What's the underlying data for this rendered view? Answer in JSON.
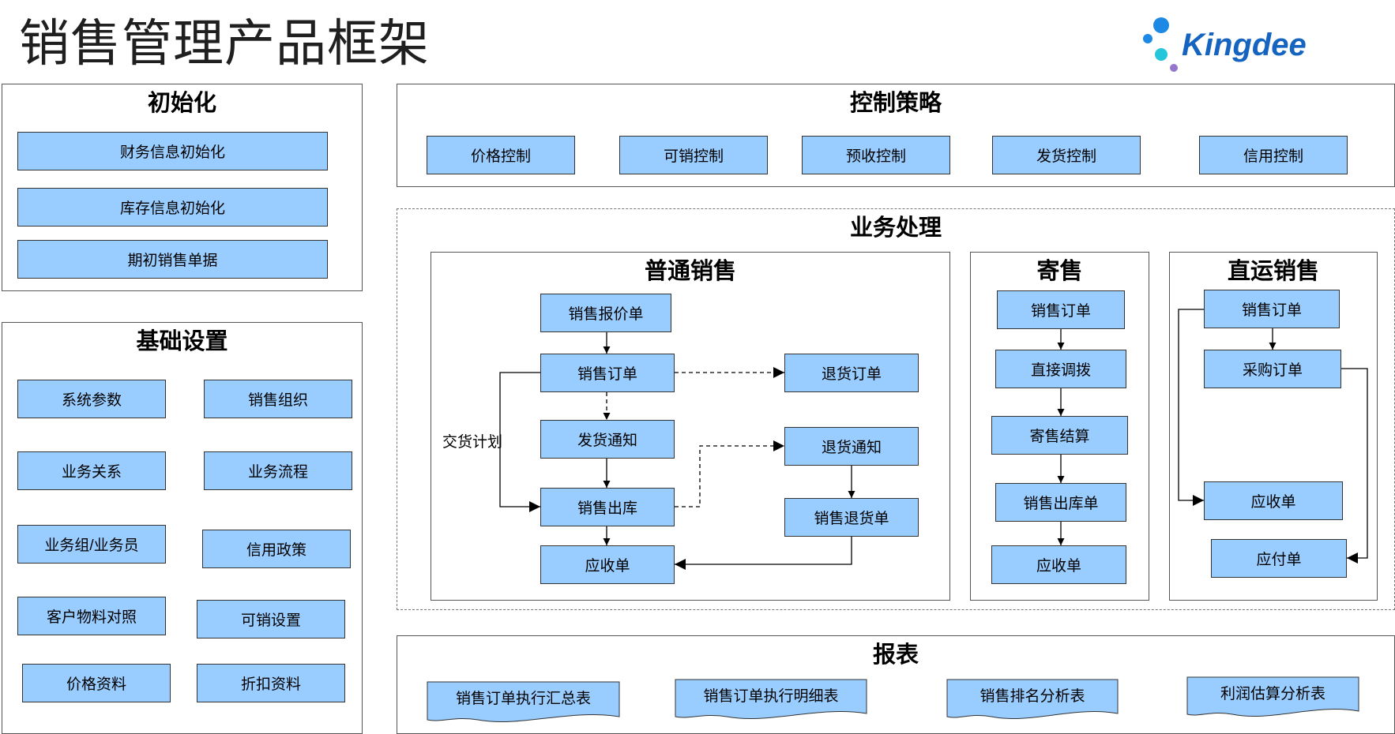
{
  "title": "销售管理产品框架",
  "logo": {
    "text": "Kingdee",
    "colors": {
      "text": "#1565c0",
      "dot_blue": "#1e88e5",
      "dot_teal": "#26c6da",
      "dot_purple": "#9575cd"
    }
  },
  "init": {
    "title": "初始化",
    "items": [
      "财务信息初始化",
      "库存信息初始化",
      "期初销售单据"
    ]
  },
  "basic": {
    "title": "基础设置",
    "items": [
      "系统参数",
      "销售组织",
      "业务关系",
      "业务流程",
      "业务组/业务员",
      "信用政策",
      "客户物料对照",
      "可销设置",
      "价格资料",
      "折扣资料"
    ]
  },
  "control": {
    "title": "控制策略",
    "items": [
      "价格控制",
      "可销控制",
      "预收控制",
      "发货控制",
      "信用控制"
    ]
  },
  "business": {
    "title": "业务处理",
    "normal": {
      "title": "普通销售",
      "quote": "销售报价单",
      "order": "销售订单",
      "notice": "发货通知",
      "outbound": "销售出库",
      "receivable": "应收单",
      "return_order": "退货订单",
      "return_notice": "退货通知",
      "sales_return": "销售退货单",
      "delivery_plan": "交货计划"
    },
    "consign": {
      "title": "寄售",
      "items": [
        "销售订单",
        "直接调拨",
        "寄售结算",
        "销售出库单",
        "应收单"
      ]
    },
    "direct": {
      "title": "直运销售",
      "order": "销售订单",
      "purchase": "采购订单",
      "receivable": "应收单",
      "payable": "应付单"
    }
  },
  "reports": {
    "title": "报表",
    "items": [
      "销售订单执行汇总表",
      "销售订单执行明细表",
      "销售排名分析表",
      "利润估算分析表"
    ]
  },
  "colors": {
    "box_fill": "#99ccff",
    "line": "#000000"
  }
}
